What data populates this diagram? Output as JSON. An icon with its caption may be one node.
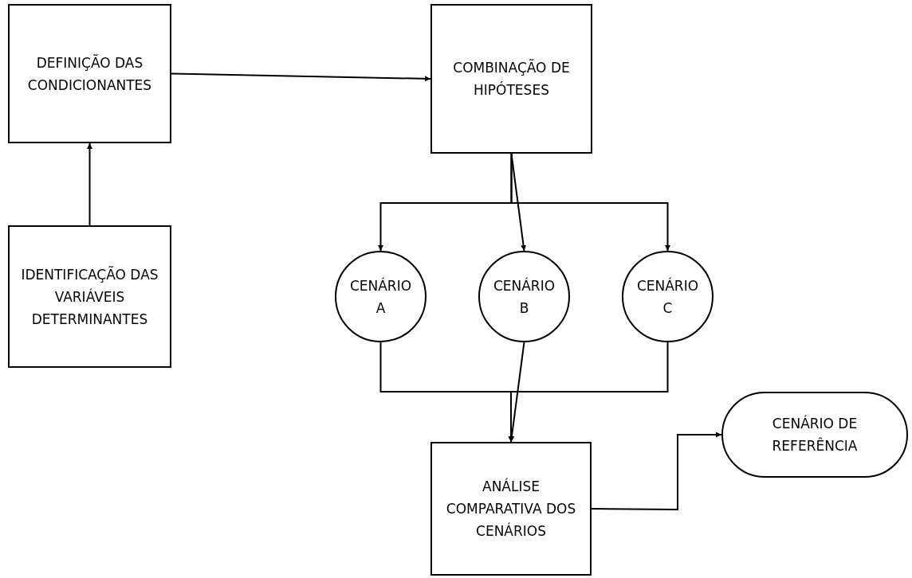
{
  "diagram": {
    "nodes": [
      {
        "text": [
          "DEFINIÇÃO DAS CONDICIONANTES"
        ]
      },
      {
        "text": [
          "COMBINAÇÃO DE HIPÓTESES"
        ]
      },
      {
        "text": [
          "IDENTIFICAÇÃO DAS VARIÁVEIS DETERMINANTES"
        ]
      },
      {
        "text": [
          "CENÁRIO A"
        ]
      },
      {
        "text": [
          "CENÁRIO B"
        ]
      },
      {
        "text": [
          "CENÁRIO C"
        ]
      },
      {
        "text": [
          "ANÁLISE COMPARATIVA DOS CENÁRIOS"
        ]
      },
      {
        "text": [
          "CENÁRIO DE REFERÊNCIA"
        ]
      }
    ],
    "edges": [
      {
        "from": 2,
        "to": 0,
        "arrow": "to"
      },
      {
        "from": 0,
        "to": 1,
        "arrow": "to"
      },
      {
        "from": 1,
        "to": 3,
        "arrow": "to"
      },
      {
        "from": 1,
        "to": 4,
        "arrow": "to"
      },
      {
        "from": 1,
        "to": 5,
        "arrow": "to"
      },
      {
        "from": 3,
        "to": 6,
        "arrow": "to"
      },
      {
        "from": 4,
        "to": 6,
        "arrow": "to"
      },
      {
        "from": 5,
        "to": 6,
        "arrow": "to"
      },
      {
        "from": 6,
        "to": 7,
        "arrow": "to"
      }
    ]
  }
}
